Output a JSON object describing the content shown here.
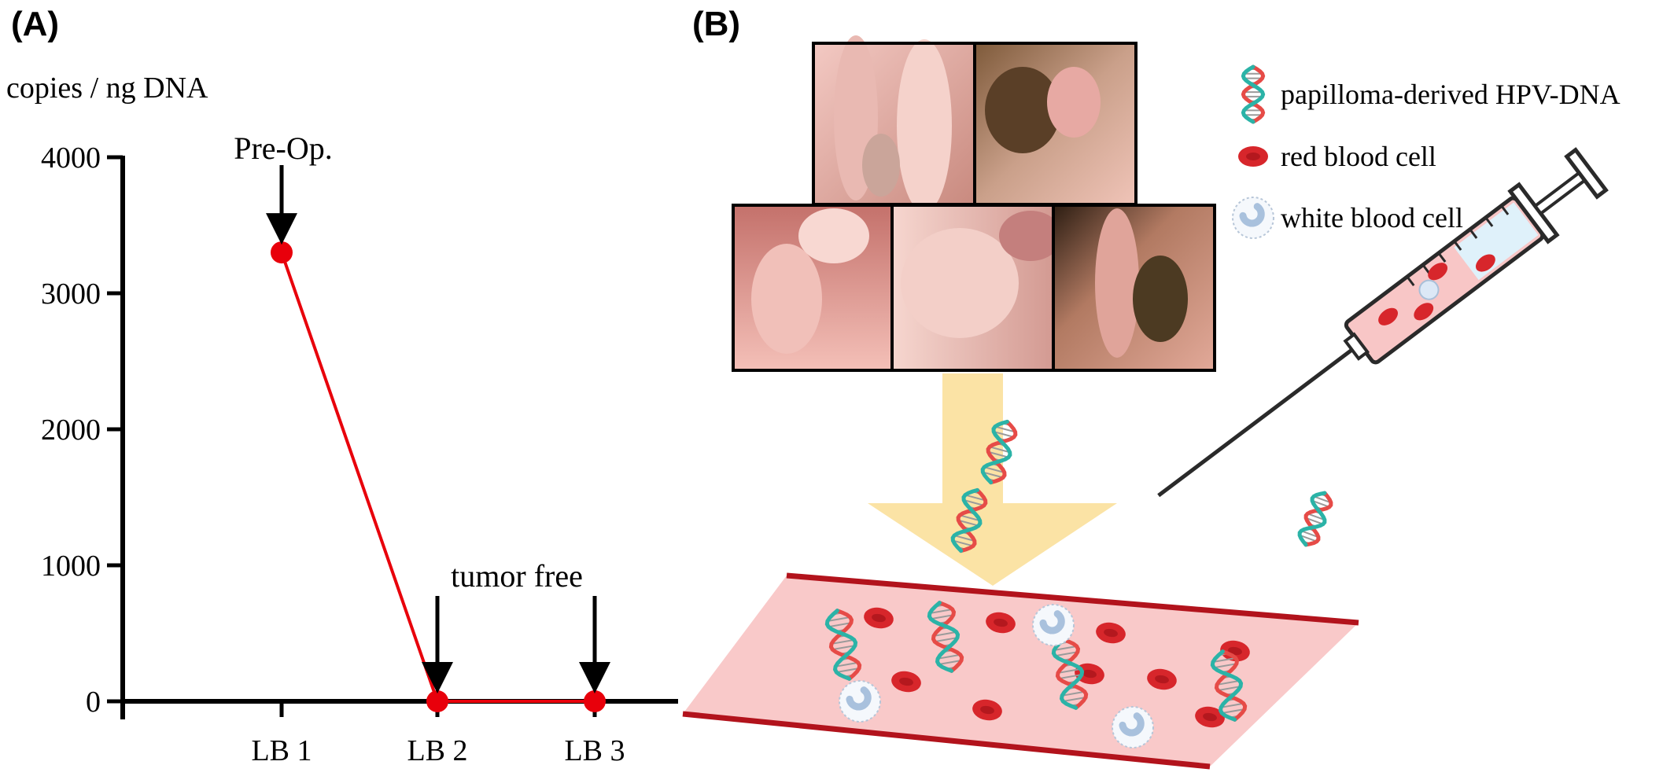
{
  "panels": {
    "a_label": "(A)",
    "b_label": "(B)"
  },
  "chart_data": {
    "type": "line",
    "ylabel": "copies / ng DNA",
    "categories": [
      "LB 1",
      "LB 2",
      "LB 3"
    ],
    "series": [
      {
        "values": [
          3300,
          0,
          0
        ]
      }
    ],
    "yticks": [
      "0",
      "1000",
      "2000",
      "3000",
      "4000"
    ],
    "ylim": [
      0,
      4000
    ],
    "series_color": "#e8000b",
    "annotations": [
      {
        "text": "Pre-Op.",
        "category": "LB 1"
      },
      {
        "text": "tumor free",
        "category": "LB 2"
      },
      {
        "category": "LB 3"
      }
    ]
  },
  "legend": [
    {
      "icon": "dna-helix-icon",
      "label": "papilloma-derived HPV-DNA"
    },
    {
      "icon": "red-blood-cell-icon",
      "label": "red blood cell"
    },
    {
      "icon": "white-blood-cell-icon",
      "label": "white blood cell"
    }
  ],
  "colors": {
    "rbc": "#d7262b",
    "vessel": "#f9c9c9",
    "vessel_edge": "#b2131c",
    "arrow": "#fbe3a5",
    "dna_a": "#e64b47",
    "dna_b": "#2bb3a7"
  }
}
